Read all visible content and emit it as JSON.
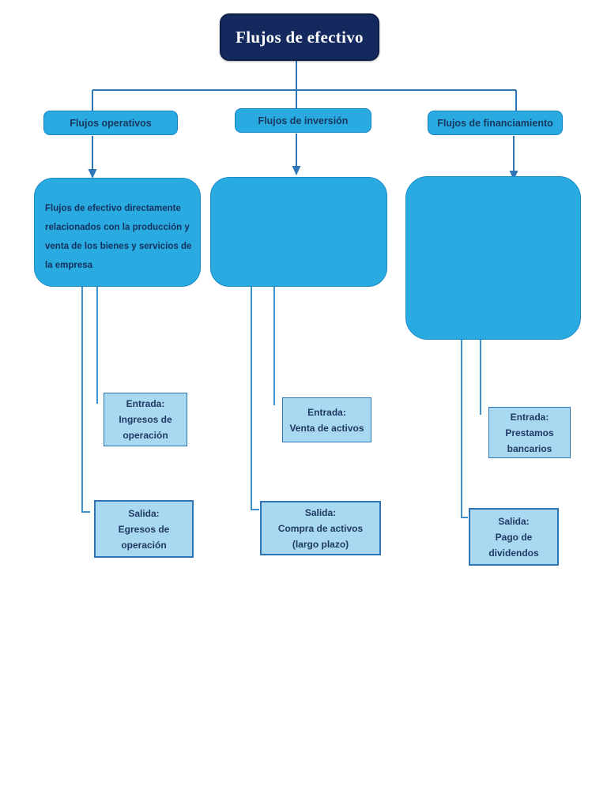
{
  "title": "Flujos de efectivo",
  "palette": {
    "navy": "#142a5e",
    "cyan": "#29abe2",
    "cyan_border": "#1584c7",
    "light_blue": "#a8d9f0",
    "light_blue_border": "#2e75b6",
    "connector_line": "#2e75b6",
    "hanging_line": "#3c93cc",
    "text_dark": "#17375e",
    "title_text": "#ffffff"
  },
  "columns": [
    {
      "label": "Flujos operativos",
      "description": "Flujos de efectivo directamente relacionados con la producción y venta de los bienes y servicios de la empresa",
      "entrada": "Entrada:\nIngresos de\noperación",
      "salida": "Salida:\nEgresos de\noperación"
    },
    {
      "label": "Flujos de inversión",
      "description": "",
      "entrada": "Entrada:\nVenta de activos",
      "salida": "Salida:\nCompra de activos\n(largo plazo)"
    },
    {
      "label": "Flujos de financiamiento",
      "description": "",
      "entrada": "Entrada:\nPrestamos\nbancarios",
      "salida": "Salida:\nPago de\ndividendos"
    }
  ]
}
